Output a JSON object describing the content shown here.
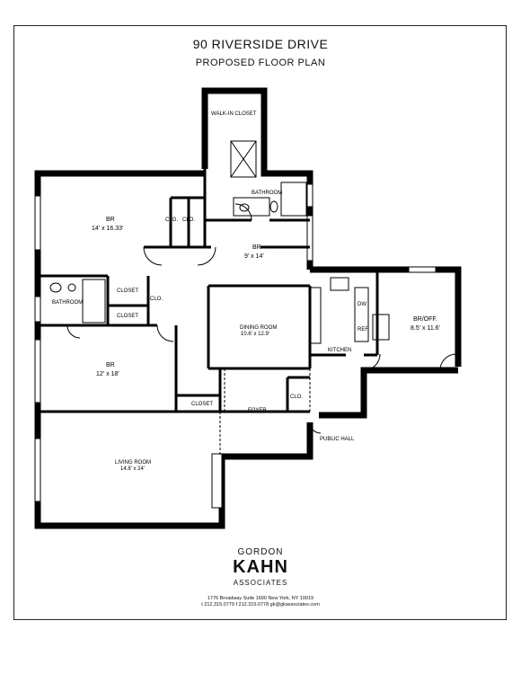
{
  "header": {
    "title": "90 RIVERSIDE DRIVE",
    "subtitle": "PROPOSED FLOOR PLAN"
  },
  "rooms": {
    "walk_in_closet": "WALK-IN CLOSET",
    "bathroom_top": "BATHROOM",
    "br1_name": "BR",
    "br1_dim": "14' x 16.33'",
    "clo_a": "CLO.",
    "clo_b": "CLO.",
    "br2_name": "BR",
    "br2_dim": "9' x 14'",
    "bathroom_left": "BATHROOM",
    "closet_a": "CLOSET",
    "closet_b": "CLOSET",
    "clo_c": "CLO.",
    "dining_name": "DINING ROOM",
    "dining_dim": "10.6' x 12.9'",
    "kitchen": "KITCHEN",
    "br_off_name": "BR/OFF.",
    "br_off_dim": "8.5' x 11.6'",
    "br3_name": "BR",
    "br3_dim": "12' x 18'",
    "closet_c": "CLOSET",
    "clo_d": "CLO.",
    "foyer": "FOYER",
    "public_hall": "PUBLIC HALL",
    "living_name": "LIVING ROOM",
    "living_dim": "14.8' x 24'",
    "ref": "REF",
    "dw": "DW"
  },
  "logo": {
    "line1": "GORDON",
    "line2": "KAHN",
    "line3": "ASSOCIATES",
    "address": "1776 Broadway  Suite 1600  New York, NY 10019",
    "contact": "t 212.315.0779  f 212.315.0778  gk@gkassociates.com"
  }
}
